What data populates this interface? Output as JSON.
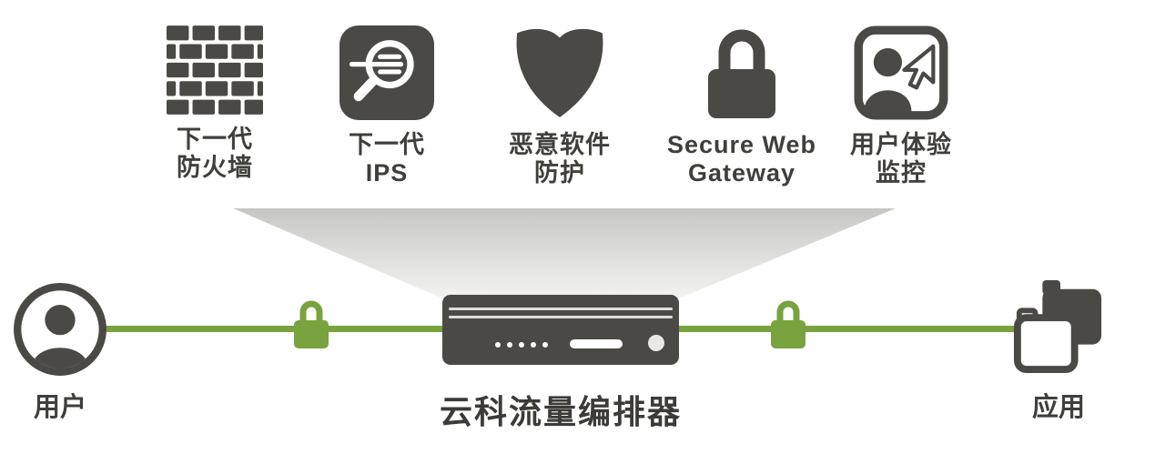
{
  "colors": {
    "dark_gray": "#4a4945",
    "green": "#79a33e",
    "funnel_top": "#c6c6c2",
    "funnel_bottom": "#f3f3f0"
  },
  "services": [
    {
      "icon": "firewall-bricks-icon",
      "label_line1": "下一代",
      "label_line2": "防火墙"
    },
    {
      "icon": "ips-magnifier-icon",
      "label_line1": "下一代",
      "label_line2": "IPS"
    },
    {
      "icon": "malware-shield-icon",
      "label_line1": "恶意软件",
      "label_line2": "防护"
    },
    {
      "icon": "swg-lock-icon",
      "label_line1": "Secure Web",
      "label_line2": "Gateway"
    },
    {
      "icon": "user-experience-monitor-icon",
      "label_line1": "用户体验",
      "label_line2": "监控"
    }
  ],
  "endpoints": {
    "user_label": "用户",
    "app_label": "应用"
  },
  "orchestrator": {
    "label": "云科流量编排器"
  }
}
